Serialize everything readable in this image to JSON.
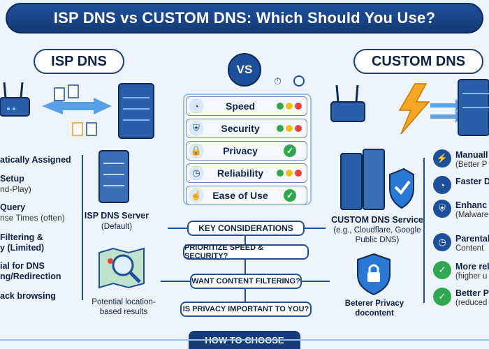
{
  "title": "ISP DNS vs CUSTOM DNS: Which Should You Use?",
  "vs": "VS",
  "left": {
    "heading": "ISP DNS",
    "server_label": "ISP DNS Server",
    "server_sub": "(Default)",
    "items": [
      {
        "title": "atically Assigned",
        "sub": ""
      },
      {
        "title": "Setup",
        "sub": "nd-Play)"
      },
      {
        "title": "Query",
        "sub": "nse Times (often)"
      },
      {
        "title": "Filtering &",
        "sub": "y (Limited)"
      },
      {
        "title": "ial for DNS",
        "sub": "ng/Redirection"
      },
      {
        "title": "ack browsing",
        "sub": ""
      }
    ],
    "location_note": "Potential location-based results"
  },
  "right": {
    "heading": "CUSTOM DNS",
    "service_label": "CUSTOM DNS Service",
    "service_sub": "(e.g., Cloudflare, Google Public DNS)",
    "items": [
      {
        "title": "Manuall",
        "sub": "(Better P"
      },
      {
        "title": "Faster D",
        "sub": ""
      },
      {
        "title": "Enhanc",
        "sub": "(Malware Botnet pr"
      },
      {
        "title": "Parental",
        "sub": "Content"
      },
      {
        "title": "More rel",
        "sub": "(higher u"
      },
      {
        "title": "Better P",
        "sub": "(reduced optional like DoH/"
      }
    ],
    "privacy_note": "Beterer Privacy docontent"
  },
  "comparison": [
    {
      "label": "Speed",
      "icon": "speedometer-icon",
      "rating": "dots"
    },
    {
      "label": "Security",
      "icon": "shield-icon",
      "rating": "dots"
    },
    {
      "label": "Privacy",
      "icon": "lock-icon",
      "rating": "check"
    },
    {
      "label": "Reliability",
      "icon": "clock-icon",
      "rating": "dots"
    },
    {
      "label": "Ease of Use",
      "icon": "hand-pointer-icon",
      "rating": "check"
    }
  ],
  "considerations": {
    "heading": "KEY CONSIDERATIONS",
    "steps": [
      "PRIORITIZE SPEED & SECURITY?",
      "WANT CONTENT FILTERING?",
      "IS PRIVACY IMPORTANT TO YOU?"
    ]
  },
  "footer": "HOW TO CHOOSE",
  "colors": {
    "primary": "#1d4f9a",
    "green": "#2fa84f",
    "yellow": "#f2c01e",
    "red": "#e2453c",
    "orange": "#f39a1e"
  }
}
